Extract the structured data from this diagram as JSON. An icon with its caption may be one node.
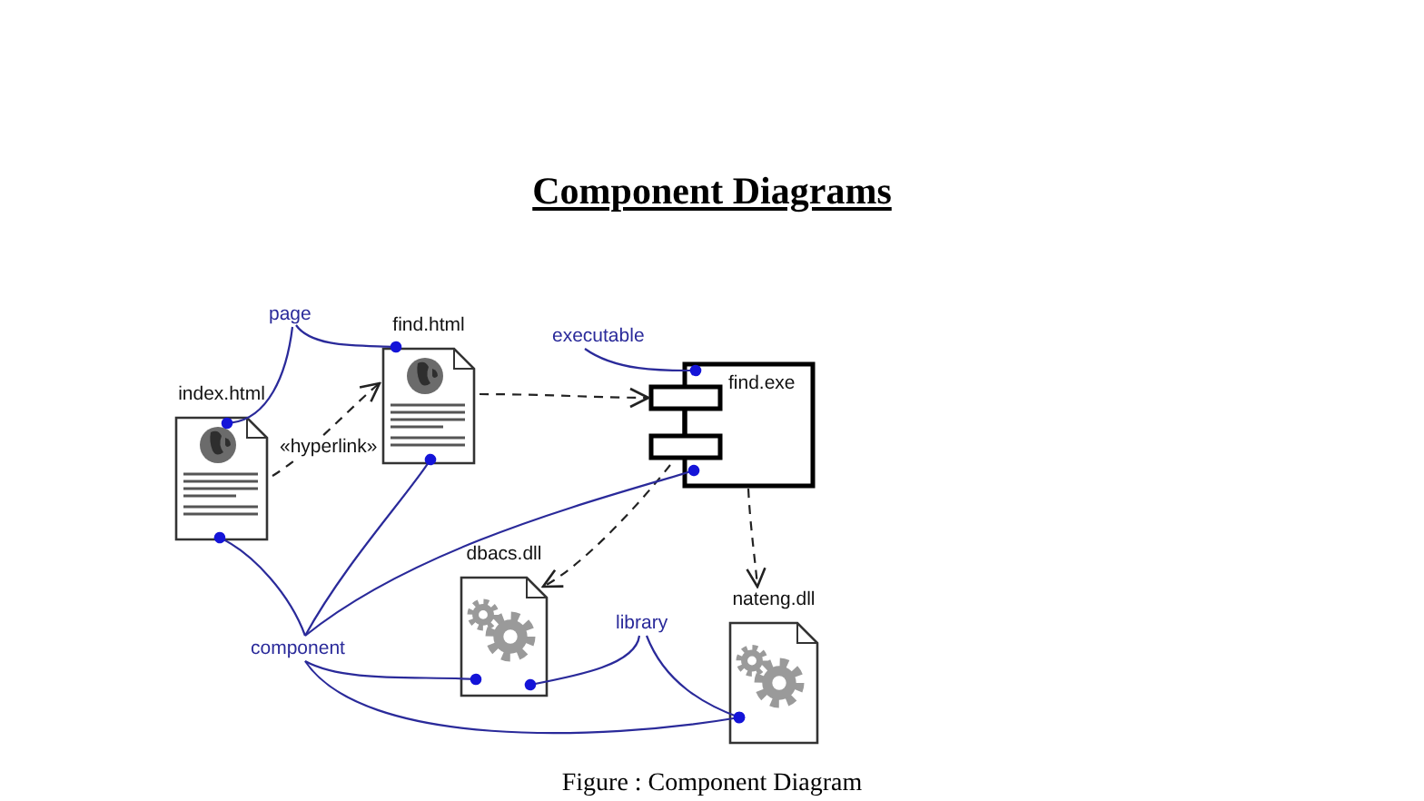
{
  "diagram": {
    "title": "Component Diagrams",
    "caption": "Figure : Component Diagram",
    "nodes": [
      {
        "text": [
          "index.html"
        ]
      },
      {
        "text": [
          "find.html"
        ]
      },
      {
        "text": [
          "find.exe"
        ]
      },
      {
        "text": [
          "dbacs.dll"
        ]
      },
      {
        "text": [
          "nateng.dll"
        ]
      },
      {
        "text": [
          "page"
        ]
      },
      {
        "text": [
          "executable"
        ]
      },
      {
        "text": [
          "component"
        ]
      },
      {
        "text": [
          "library"
        ]
      }
    ],
    "edges": [
      {
        "from": 0,
        "to": 1,
        "arrow": "to",
        "label": "«hyperlink»",
        "style": "dashed",
        "color": "#222222"
      },
      {
        "from": 1,
        "to": 2,
        "arrow": "to",
        "style": "dashed",
        "color": "#222222"
      },
      {
        "from": 2,
        "to": 3,
        "arrow": "to",
        "style": "dashed",
        "color": "#222222"
      },
      {
        "from": 2,
        "to": 4,
        "arrow": "to",
        "style": "dashed",
        "color": "#222222"
      },
      {
        "from": 5,
        "to": 0,
        "arrow": "other"
      },
      {
        "from": 5,
        "to": 1,
        "arrow": "other"
      },
      {
        "from": 6,
        "to": 2,
        "arrow": "other"
      },
      {
        "from": 7,
        "to": 0,
        "arrow": "other"
      },
      {
        "from": 7,
        "to": 1,
        "arrow": "other"
      },
      {
        "from": 7,
        "to": 2,
        "arrow": "other"
      },
      {
        "from": 7,
        "to": 3,
        "arrow": "other"
      },
      {
        "from": 7,
        "to": 4,
        "arrow": "other"
      },
      {
        "from": 8,
        "to": 3,
        "arrow": "other"
      },
      {
        "from": 8,
        "to": 4,
        "arrow": "other"
      }
    ]
  }
}
